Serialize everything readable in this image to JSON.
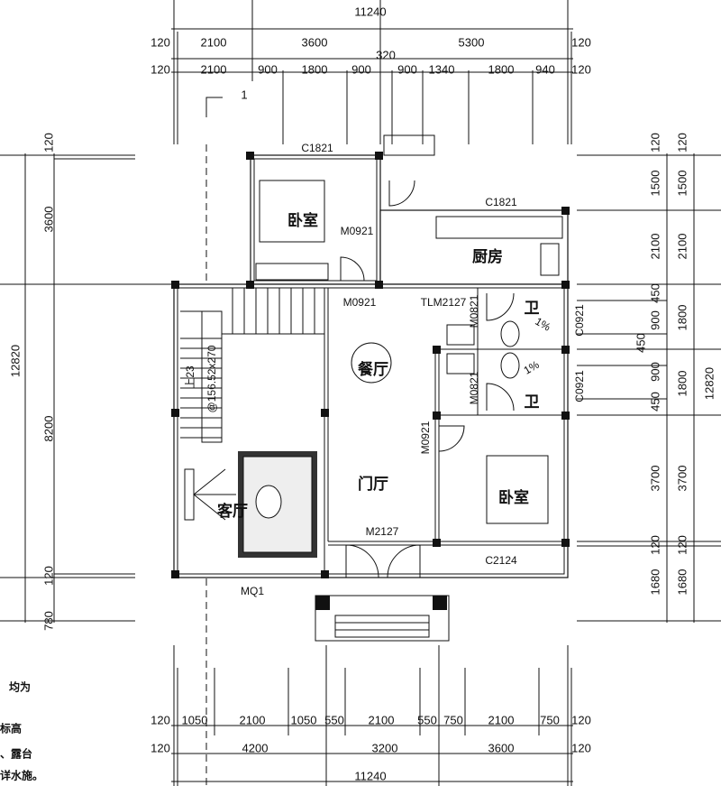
{
  "dimensions": {
    "top_total": "11240",
    "top_row1": [
      "120",
      "2100",
      "3600",
      "5300",
      "120"
    ],
    "top_row2": [
      "120",
      "2100",
      "900",
      "1800",
      "900",
      "900",
      "1340",
      "1800",
      "940",
      "120"
    ],
    "top_offset": "320",
    "bottom_row1": [
      "120",
      "1050",
      "2100",
      "1050",
      "550",
      "2100",
      "550",
      "750",
      "2100",
      "750",
      "120"
    ],
    "bottom_row2": [
      "120",
      "4200",
      "3200",
      "3600",
      "120"
    ],
    "bottom_total": "11240",
    "left_inner": [
      "120",
      "3600",
      "8200",
      "120",
      "780"
    ],
    "left_total": "12820",
    "right_inner": [
      "120",
      "1500",
      "2100",
      "450",
      "900",
      "450",
      "900",
      "450",
      "3700",
      "120",
      "1680"
    ],
    "right_outer": [
      "120",
      "1500",
      "2100",
      "1800",
      "1800",
      "3700",
      "120",
      "1680"
    ],
    "right_total": "12820"
  },
  "rooms": {
    "bedroom_north": "卧室",
    "kitchen": "厨房",
    "dining": "餐厅",
    "foyer": "门厅",
    "living": "客厅",
    "bedroom_south": "卧室",
    "bath_upper": "卫",
    "bath_lower": "卫"
  },
  "openings": [
    "C1821",
    "C1821",
    "M0921",
    "M0921",
    "TLM2127",
    "M0821",
    "M0821",
    "C0921",
    "C0921",
    "M0921",
    "M2127",
    "C2124",
    "MQ1"
  ],
  "stair": {
    "label": "上23",
    "spec": "@156.52x270"
  },
  "slopes": [
    "1%",
    "1%"
  ],
  "section_mark": "1",
  "notes": [
    "均为",
    "标高",
    "、露台",
    "详水施。"
  ]
}
